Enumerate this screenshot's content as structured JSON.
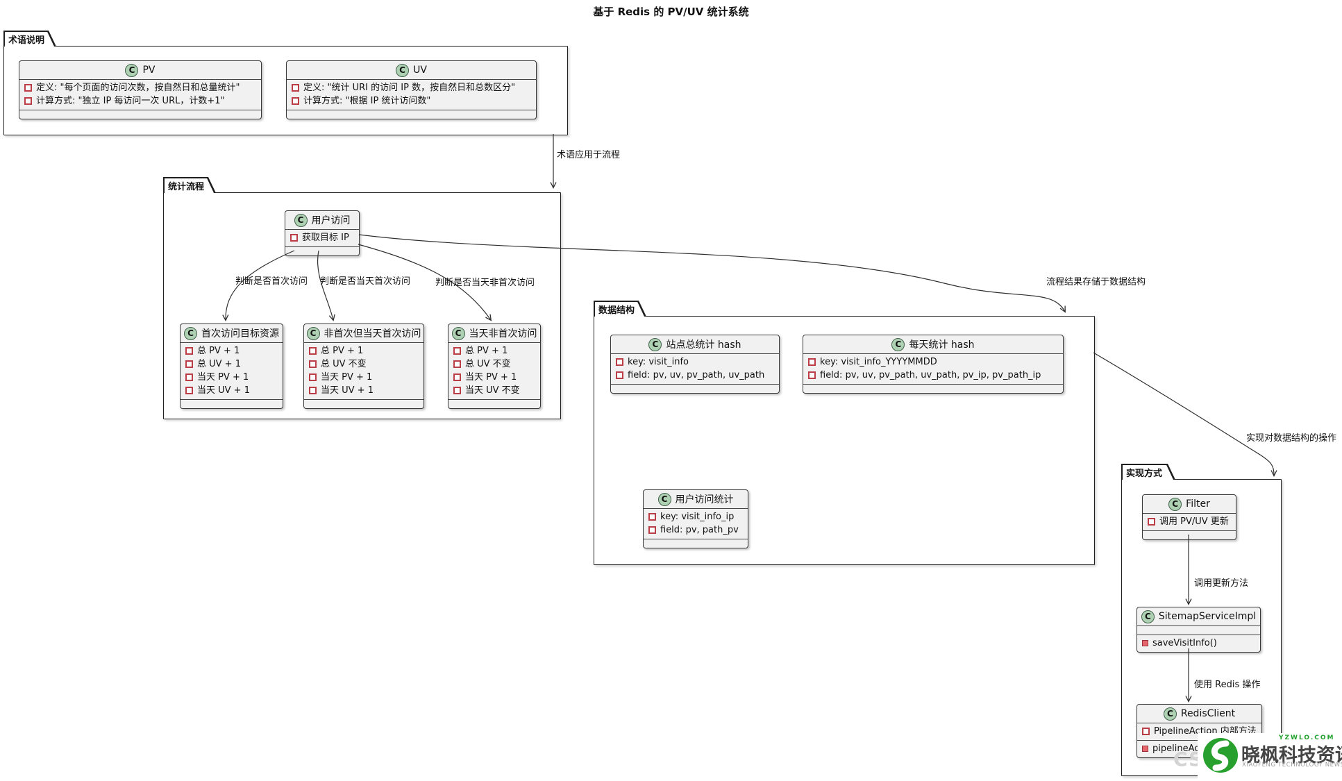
{
  "title": "基于 Redis 的 PV/UV 统计系统",
  "stereo_letter": "C",
  "packages": {
    "terminology": {
      "label": "术语说明"
    },
    "flow": {
      "label": "统计流程"
    },
    "data": {
      "label": "数据结构"
    },
    "impl": {
      "label": "实现方式"
    }
  },
  "classes": {
    "pv": {
      "name": "PV",
      "fields": [
        "定义: \"每个页面的访问次数，按自然日和总量统计\"",
        "计算方式: \"独立 IP 每访问一次 URL，计数+1\""
      ],
      "methods": []
    },
    "uv": {
      "name": "UV",
      "fields": [
        "定义: \"统计 URI 的访问 IP 数，按自然日和总数区分\"",
        "计算方式: \"根据 IP 统计访问数\""
      ],
      "methods": []
    },
    "visit": {
      "name": "用户访问",
      "fields": [
        "获取目标 IP"
      ],
      "methods": []
    },
    "first_visit": {
      "name": "首次访问目标资源",
      "fields": [
        "总 PV + 1",
        "总 UV + 1",
        "当天 PV + 1",
        "当天 UV + 1"
      ],
      "methods": []
    },
    "day_first": {
      "name": "非首次但当天首次访问",
      "fields": [
        "总 PV + 1",
        "总 UV 不变",
        "当天 PV + 1",
        "当天 UV + 1"
      ],
      "methods": []
    },
    "day_repeat": {
      "name": "当天非首次访问",
      "fields": [
        "总 PV + 1",
        "总 UV 不变",
        "当天 PV + 1",
        "当天 UV 不变"
      ],
      "methods": []
    },
    "site_hash": {
      "name": "站点总统计 hash",
      "fields": [
        "key: visit_info",
        "field: pv, uv, pv_path, uv_path"
      ],
      "methods": []
    },
    "day_hash": {
      "name": "每天统计 hash",
      "fields": [
        "key: visit_info_YYYYMMDD",
        "field: pv, uv, pv_path, uv_path, pv_ip, pv_path_ip"
      ],
      "methods": []
    },
    "user_hash": {
      "name": "用户访问统计",
      "fields": [
        "key: visit_info_ip",
        "field: pv, path_pv"
      ],
      "methods": []
    },
    "filter": {
      "name": "Filter",
      "fields": [
        "调用 PV/UV 更新"
      ],
      "methods": []
    },
    "sitemap": {
      "name": "SitemapServiceImpl",
      "fields": [],
      "methods": [
        "saveVisitInfo()"
      ]
    },
    "redis": {
      "name": "RedisClient",
      "fields": [
        "PipelineAction 内部方法"
      ],
      "methods": [
        "pipelineAction()"
      ]
    }
  },
  "edges": {
    "term_to_flow": "术语应用于流程",
    "first": "判断是否首次访问",
    "day_first": "判断是否当天首次访问",
    "day_repeat": "判断是否当天非首次访问",
    "flow_to_data": "流程结果存储于数据结构",
    "data_to_impl": "实现对数据结构的操作",
    "filter_to_sitemap": "调用更新方法",
    "sitemap_to_redis": "使用 Redis 操作"
  },
  "watermark": {
    "ghost": "CS",
    "site": "YZWLO.COM",
    "name": "晓枫科技资讯",
    "subtitle": "XIAOFENG TECHNOLOGY NEWS"
  },
  "colors": {
    "class_fill": "#F1F1F1",
    "class_border": "#383838",
    "circle_fill": "#ADD1B2",
    "member_red": "#BB3D45",
    "watermark_green": "#27A02E"
  }
}
